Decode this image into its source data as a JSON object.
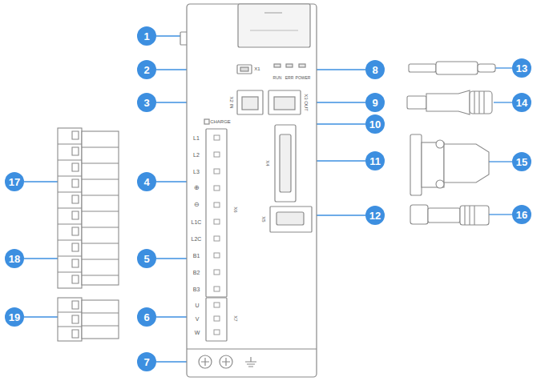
{
  "diagram": {
    "nodes": [
      {
        "text": [
          "1"
        ]
      },
      {
        "text": [
          "2"
        ]
      },
      {
        "text": [
          "3"
        ]
      },
      {
        "text": [
          "4"
        ]
      },
      {
        "text": [
          "5"
        ]
      },
      {
        "text": [
          "6"
        ]
      },
      {
        "text": [
          "7"
        ]
      },
      {
        "text": [
          "8"
        ]
      },
      {
        "text": [
          "9"
        ]
      },
      {
        "text": [
          "10"
        ]
      },
      {
        "text": [
          "11"
        ]
      },
      {
        "text": [
          "12"
        ]
      },
      {
        "text": [
          "13"
        ]
      },
      {
        "text": [
          "14"
        ]
      },
      {
        "text": [
          "15"
        ]
      },
      {
        "text": [
          "16"
        ]
      },
      {
        "text": [
          "17"
        ]
      },
      {
        "text": [
          "18"
        ]
      },
      {
        "text": [
          "19"
        ]
      }
    ],
    "labels": [
      "X1",
      "RUN",
      "ERR",
      "POWER",
      "X2 IN",
      "X3 OUT",
      "CHARGE",
      "L1",
      "L2",
      "L3",
      "⊕",
      "⊖",
      "L1C",
      "L2C",
      "B1",
      "B2",
      "B3",
      "X6",
      "X4",
      "X5",
      "U",
      "V",
      "W",
      "X7"
    ]
  }
}
